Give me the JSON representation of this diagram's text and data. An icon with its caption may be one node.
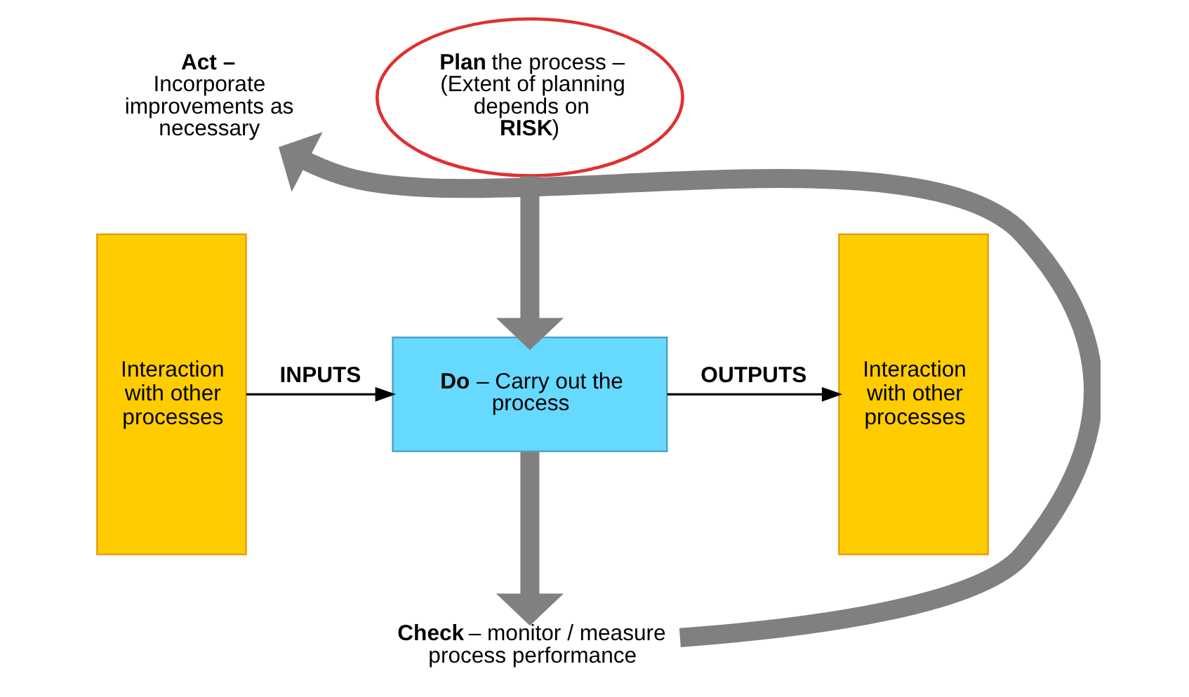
{
  "diagram": {
    "nodes": [
      {
        "text": [
          "Interaction with other processes"
        ]
      },
      {
        "text": [
          "Act –",
          "Incorporate improvements as necessary"
        ]
      },
      {
        "text": [
          "**Plan** the process – (Extent of planning depends on **RISK**)"
        ]
      },
      {
        "text": [
          "**Do** – Carry out the process"
        ]
      },
      {
        "text": [
          "**Check** – monitor / measure process performance"
        ]
      },
      {
        "text": [
          "Interaction with other processes"
        ]
      }
    ],
    "edges": [
      {
        "from": 0,
        "to": 3,
        "arrow": "to",
        "label": "INPUTS",
        "color": "#000000"
      },
      {
        "from": 3,
        "to": 5,
        "arrow": "to",
        "label": "OUTPUTS",
        "color": "#000000"
      },
      {
        "from": 2,
        "to": 3,
        "arrow": "to"
      },
      {
        "from": 3,
        "to": 4,
        "arrow": "to"
      },
      {
        "from": 4,
        "to": 1,
        "arrow": "to"
      }
    ]
  }
}
